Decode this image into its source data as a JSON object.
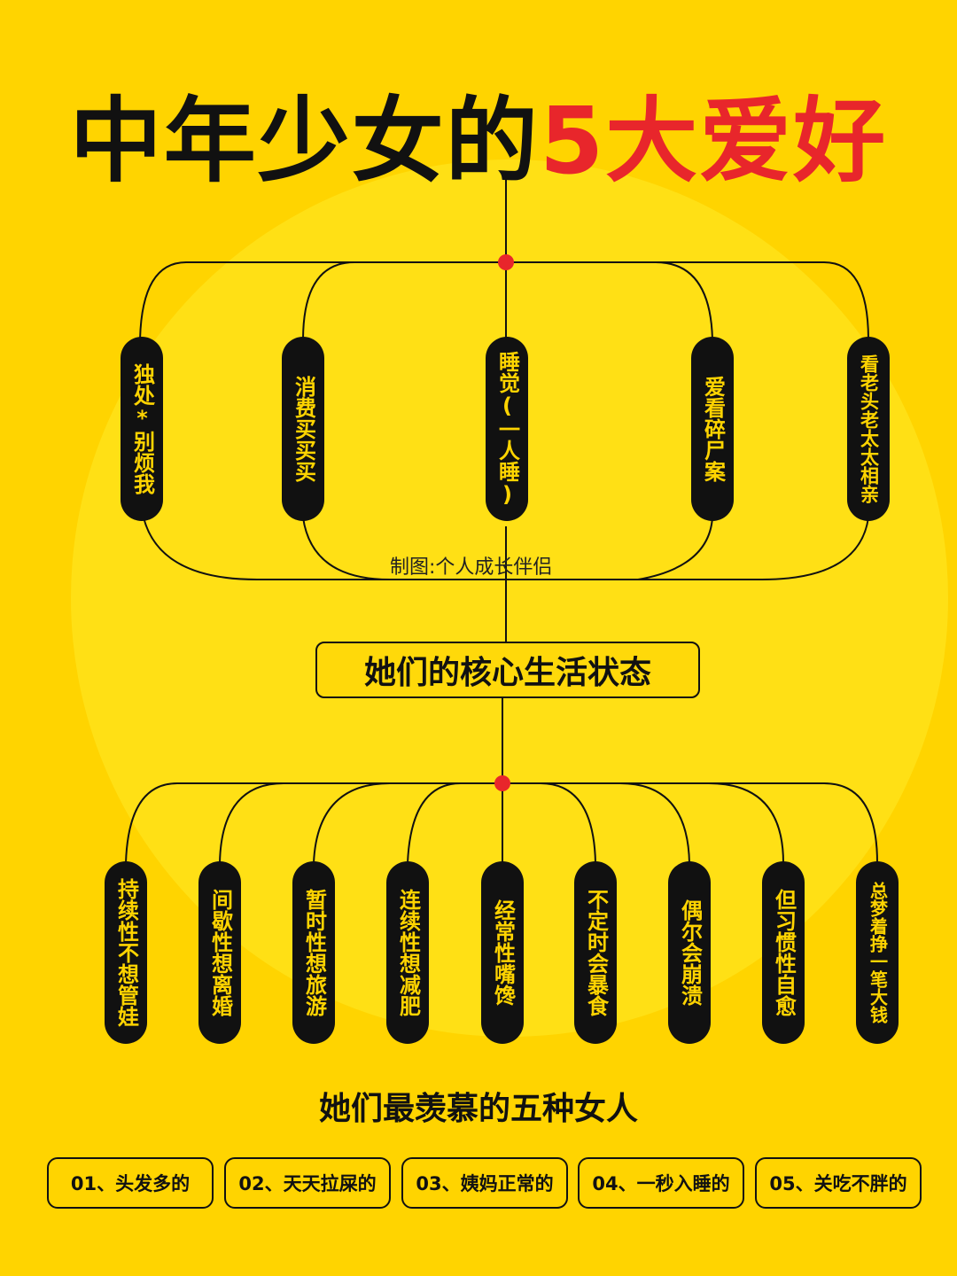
{
  "title": {
    "part1": "中年少女的",
    "part2": "5大爱好"
  },
  "hobbies": [
    "独处*别烦我",
    "消费买买买",
    "睡觉(一人睡)",
    "爱看碎尸案",
    "看老头老太太相亲"
  ],
  "credit": "制图:个人成长伴侣",
  "core_label": "她们的核心生活状态",
  "states": [
    "持续性不想管娃",
    "间歇性想离婚",
    "暂时性想旅游",
    "连续性想减肥",
    "经常性嘴馋",
    "不定时会暴食",
    "偶尔会崩溃",
    "但习惯性自愈",
    "总梦着挣一笔大钱"
  ],
  "envy_title": "她们最羡慕的五种女人",
  "envy_items": [
    "01、头发多的",
    "02、天天拉屎的",
    "03、姨妈正常的",
    "04、一秒入睡的",
    "05、关吃不胖的"
  ],
  "colors": {
    "background": "#FFD400",
    "accent": "#E8262B",
    "ink": "#111111"
  }
}
